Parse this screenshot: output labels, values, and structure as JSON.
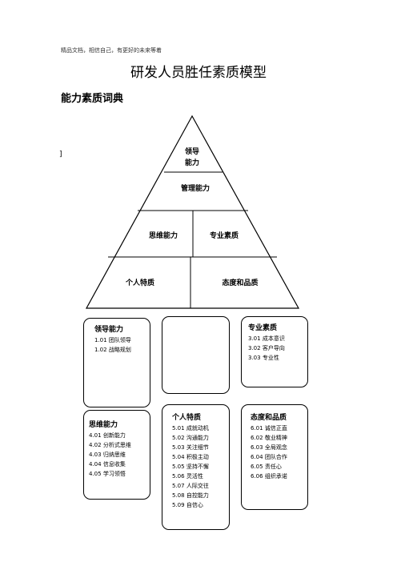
{
  "header_note": "精品文档，相信自己，有更好的未来等着",
  "title": "研发人员胜任素质模型",
  "subtitle": "能力素质词典",
  "bracket": "]",
  "pyramid": {
    "apex": [
      "领导",
      "能力"
    ],
    "level2": "管理能力",
    "level3_left": "思维能力",
    "level3_right": "专业素质",
    "level4_left": "个人特质",
    "level4_right": "态度和品质"
  },
  "cards": {
    "leadership": {
      "title": "领导能力",
      "items": [
        {
          "num": "1.01",
          "text": "团队领导"
        },
        {
          "num": "1.02",
          "text": "战略规划"
        }
      ]
    },
    "management": {
      "title": "",
      "items": []
    },
    "professional": {
      "title": "专业素质",
      "items": [
        {
          "num": "3.01",
          "text": "成本意识"
        },
        {
          "num": "3.02",
          "text": "客户导向"
        },
        {
          "num": "3.03",
          "text": "专业性"
        }
      ]
    },
    "thinking": {
      "title": "思维能力",
      "items": [
        {
          "num": "4.01",
          "text": "创新能力"
        },
        {
          "num": "4.02",
          "text": "分析式思维"
        },
        {
          "num": "4.03",
          "text": "归纳思维"
        },
        {
          "num": "4.04",
          "text": "信息收集"
        },
        {
          "num": "4.05",
          "text": "学习领悟"
        }
      ]
    },
    "personal": {
      "title": "个人特质",
      "items": [
        {
          "num": "5.01",
          "text": "成就动机"
        },
        {
          "num": "5.02",
          "text": "沟通能力"
        },
        {
          "num": "5.03",
          "text": "关注细节"
        },
        {
          "num": "5.04",
          "text": "积极主动"
        },
        {
          "num": "5.05",
          "text": "坚持不懈"
        },
        {
          "num": "5.06",
          "text": "灵活性"
        },
        {
          "num": "5.07",
          "text": "人际交往"
        },
        {
          "num": "5.08",
          "text": "自控能力"
        },
        {
          "num": "5.09",
          "text": "自信心"
        }
      ]
    },
    "attitude": {
      "title": "态度和品质",
      "items": [
        {
          "num": "6.01",
          "text": "诚信正直"
        },
        {
          "num": "6.02",
          "text": "敬业精神"
        },
        {
          "num": "6.03",
          "text": "全局观念"
        },
        {
          "num": "6.04",
          "text": "团队合作"
        },
        {
          "num": "6.05",
          "text": "责任心"
        },
        {
          "num": "6.06",
          "text": "组织承诺"
        }
      ]
    }
  }
}
